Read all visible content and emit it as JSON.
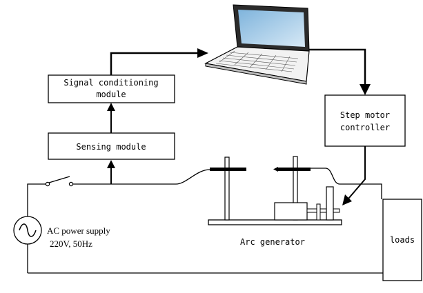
{
  "blocks": {
    "signal_conditioning": [
      "Signal conditioning",
      "module"
    ],
    "sensing": "Sensing module",
    "step_motor": [
      "Step motor",
      "controller"
    ],
    "loads": "loads"
  },
  "labels": {
    "power_supply": [
      "AC power supply",
      "220V, 50Hz"
    ],
    "arc_generator": "Arc generator"
  },
  "colors": {
    "line": "#000000",
    "screen_top": "#7fb4dc",
    "screen_bottom": "#d7e9f6",
    "laptop_body": "#f2f2f2"
  },
  "icons": [
    "laptop-icon",
    "ac-source-icon",
    "switch-icon"
  ]
}
